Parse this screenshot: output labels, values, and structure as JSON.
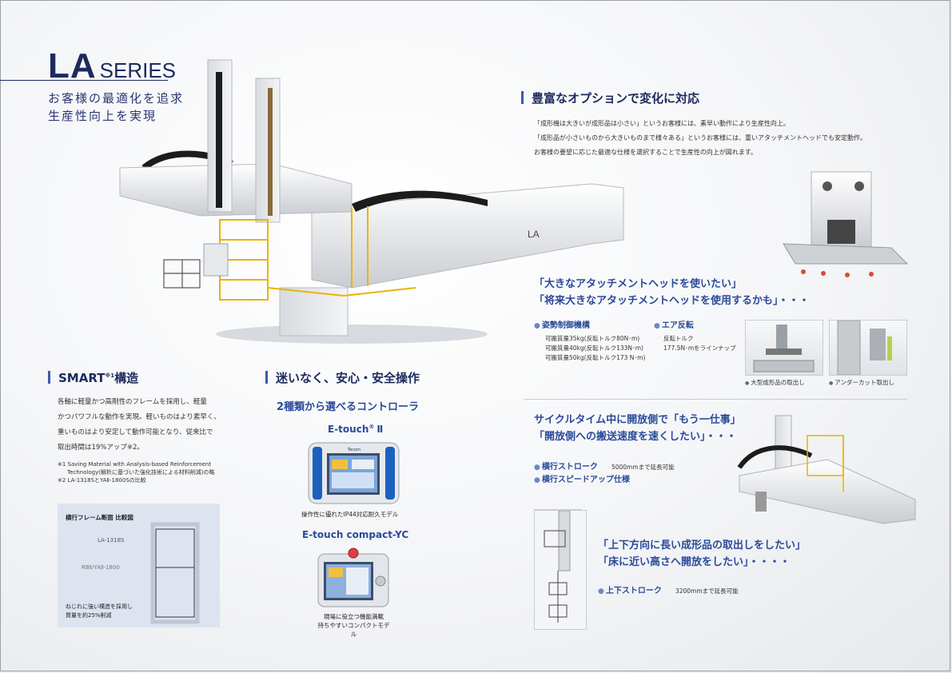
{
  "header": {
    "title_big": "LA",
    "title_small": "SERIES",
    "tagline_1": "お客様の最適化を追求",
    "tagline_2": "生産性向上を実現"
  },
  "robot": {
    "arm_label": "LA"
  },
  "options": {
    "heading": "豊富なオプションで変化に対応",
    "lines": [
      "「成形機は大きいが成形品は小さい」というお客様には、素早い動作により生産性向上。",
      "「成形品が小さいものから大きいものまで様々ある」というお客様には、重いアタッチメントヘッドでも安定動作。",
      "お客様の要望に応じた最適な仕様を選択することで生産性の向上が図れます。"
    ]
  },
  "attachment": {
    "q1": "「大きなアタッチメントヘッドを使いたい」",
    "q2": "「将来大きなアタッチメントヘッドを使用するかも」・・・",
    "b1_title": "姿勢制御機構",
    "b1_lines": [
      "可搬質量35kg(反転トルク80N･m)",
      "可搬質量40kg(反転トルク133N･m)",
      "可搬質量50kg(反転トルク173 N･m)"
    ],
    "b2_title": "エア反転",
    "b2_lines": [
      "反転トルク",
      "177.5N･mをラインナップ"
    ],
    "cap1": "大型成形品の取出し",
    "cap2": "アンダーカット取出し"
  },
  "cycle": {
    "q1": "サイクルタイム中に開放側で「もう一仕事」",
    "q2": "「開放側への搬送速度を速くしたい」・・・",
    "b1_title": "横行ストローク",
    "b1_note": "5000mmまで延長可能",
    "b2_title": "横行スピードアップ仕様"
  },
  "vertical": {
    "q1": "「上下方向に長い成形品の取出しをしたい」",
    "q2": "「床に近い高さへ開放をしたい」・・・・",
    "b1_title": "上下ストローク",
    "b1_note": "3200mmまで延長可能"
  },
  "smart": {
    "heading_main": "SMART",
    "heading_sup": "※1",
    "heading_rest": "構造",
    "body": [
      "各軸に軽量かつ高剛性のフレームを採用し、軽量",
      "かつパワフルな動作を実現。軽いものはより素早く、",
      "重いものはより安定して動作可能となり、従来比で",
      "取出時間は19%アップ※2。"
    ],
    "note1a": "※1  Saving Material with Analysis-based Reinforcement",
    "note1b": "Technology(解析に基づいた強化技術による材料削減)の略",
    "note2": "※2  LA-1318SとYAⅡ-1800Sの比較",
    "diagram_title": "横行フレーム断面 比較図",
    "diagram_label1": "LA-1318S",
    "diagram_label2": "RBⅡ/YAⅡ-1800",
    "diagram_note1": "ねじれに強い構造を採用し",
    "diagram_note2": "質量を約25%削減"
  },
  "safety": {
    "heading": "迷いなく、安心・安全操作",
    "sub": "2種類から選べるコントローラ",
    "c1_name": "E-touch",
    "c1_sup": "®",
    "c1_suffix": "Ⅱ",
    "c1_brand": "Tecom",
    "c1_caption": "操作性に優れたIP44対応耐久モデル",
    "c2_name": "E-touch compact-YC",
    "c2_caption1": "現場に役立つ機能満載",
    "c2_caption2": "持ちやすいコンパクトモデル"
  },
  "colors": {
    "navy": "#1d2a5c",
    "accent": "#2a4a9a",
    "yellow": "#e8b400"
  }
}
